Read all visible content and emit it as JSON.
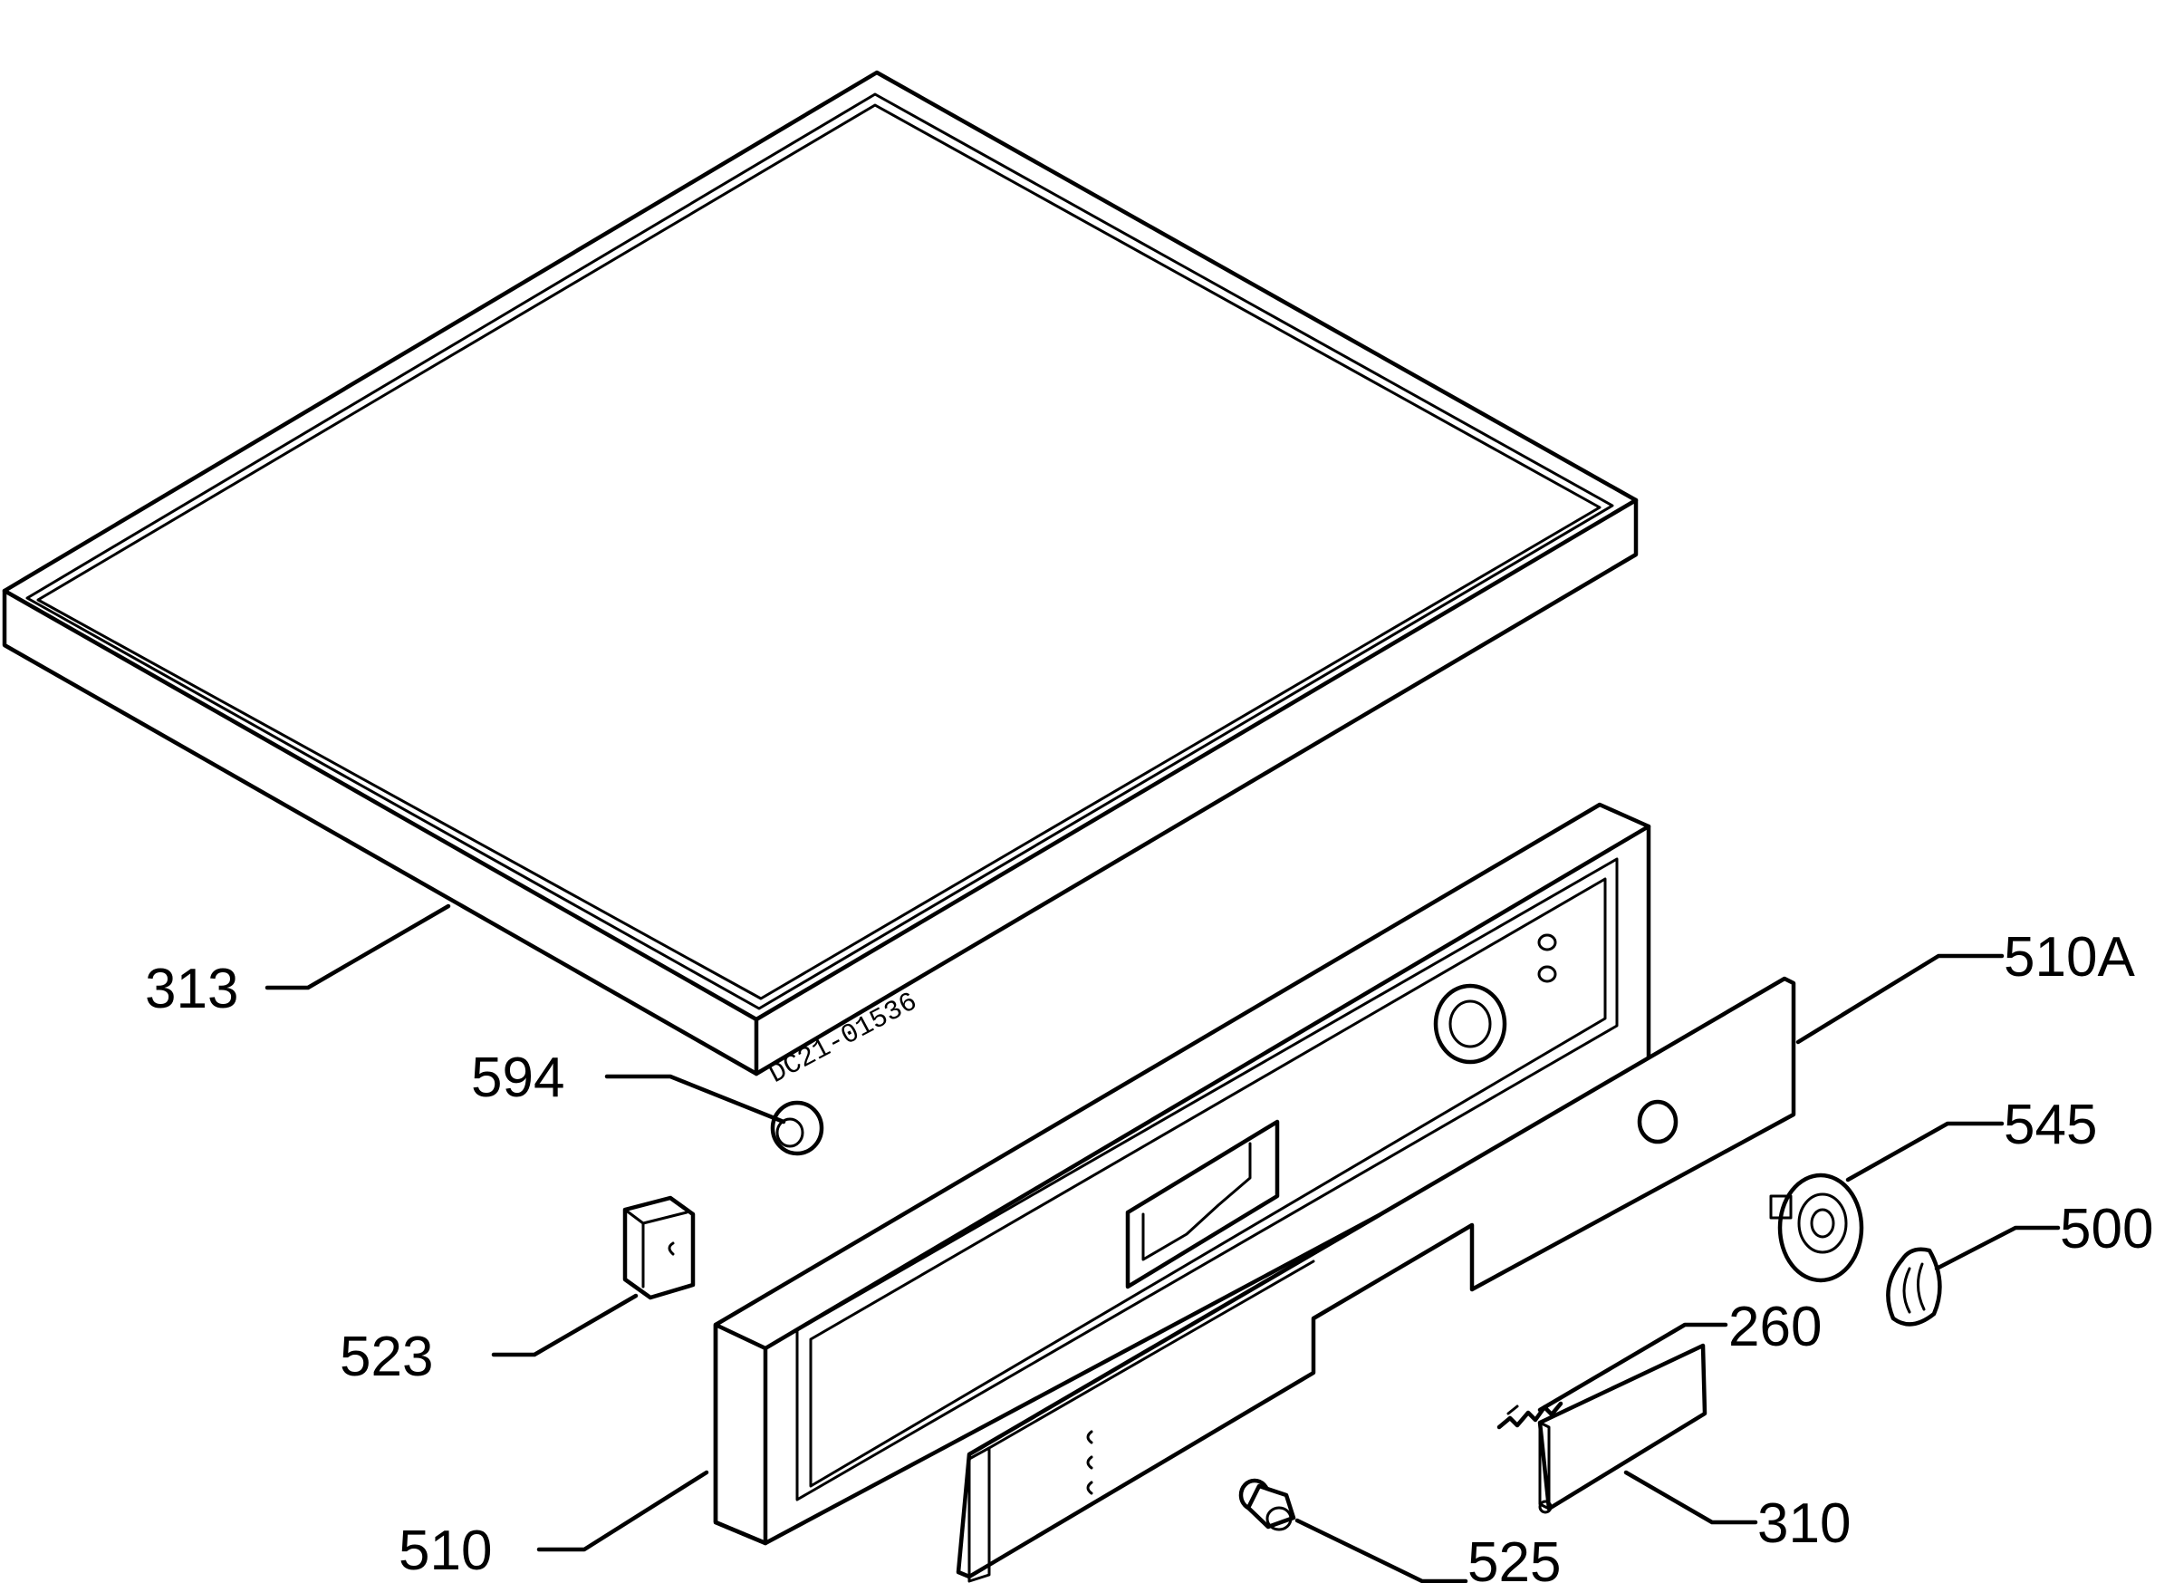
{
  "diagram": {
    "part_code": "DC21-01536",
    "labels": {
      "p313": "313",
      "p594": "594",
      "p523": "523",
      "p510": "510",
      "p510a": "510A",
      "p545": "545",
      "p500": "500",
      "p260": "260",
      "p310": "310",
      "p525": "525"
    }
  }
}
